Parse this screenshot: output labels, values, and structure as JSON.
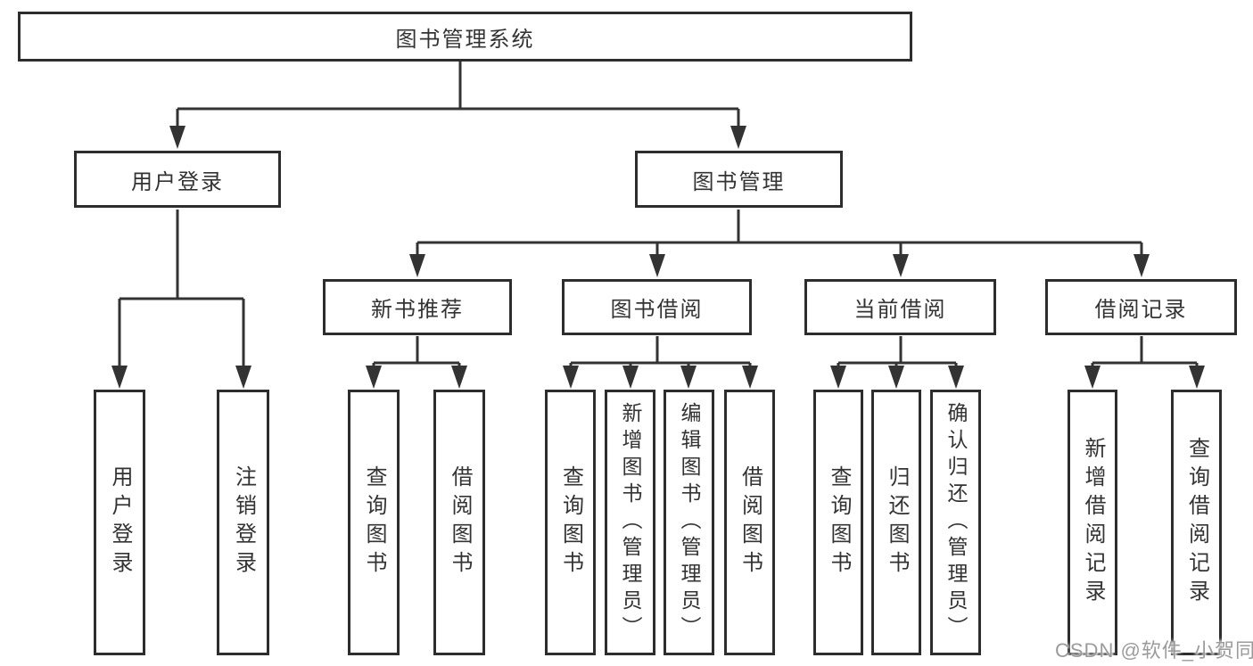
{
  "diagram": {
    "root": {
      "label": "图书管理系统"
    },
    "level2": [
      {
        "label": "用户登录"
      },
      {
        "label": "图书管理"
      }
    ],
    "level3": [
      {
        "label": "新书推荐"
      },
      {
        "label": "图书借阅"
      },
      {
        "label": "当前借阅"
      },
      {
        "label": "借阅记录"
      }
    ],
    "leaves": [
      {
        "label": "用户登录",
        "parent": "用户登录"
      },
      {
        "label": "注销登录",
        "parent": "用户登录"
      },
      {
        "label": "查询图书",
        "parent": "新书推荐"
      },
      {
        "label": "借阅图书",
        "parent": "新书推荐"
      },
      {
        "label": "查询图书",
        "parent": "图书借阅"
      },
      {
        "label": "新增图书（管理员）",
        "parent": "图书借阅"
      },
      {
        "label": "编辑图书（管理员）",
        "parent": "图书借阅"
      },
      {
        "label": "借阅图书",
        "parent": "图书借阅"
      },
      {
        "label": "查询图书",
        "parent": "当前借阅"
      },
      {
        "label": "归还图书",
        "parent": "当前借阅"
      },
      {
        "label": "确认归还（管理员）",
        "parent": "当前借阅"
      },
      {
        "label": "新增借阅记录",
        "parent": "借阅记录"
      },
      {
        "label": "查询借阅记录",
        "parent": "借阅记录"
      }
    ],
    "watermark": "CSDN @软件_小贺同学",
    "colors": {
      "line": "#333333",
      "box_border": "#2d2d2d",
      "text": "#333333",
      "watermark": "#9b9b9b",
      "background": "#ffffff"
    }
  }
}
